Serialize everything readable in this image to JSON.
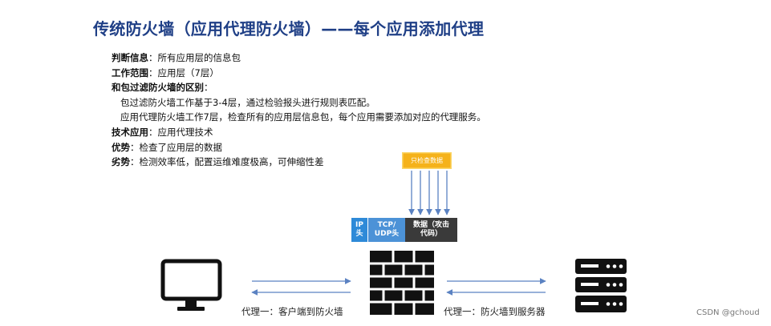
{
  "title": "传统防火墙（应用代理防火墙）——每个应用添加代理",
  "info": {
    "judge_label": "判断信息",
    "judge_value": "：所有应用层的信息包",
    "scope_label": "工作范围",
    "scope_value": "：应用层（7层）",
    "diff_label": "和包过滤防火墙的区别",
    "diff_colon": "：",
    "diff_line1": "包过滤防火墙工作基于3-4层，通过检验报头进行规则表匹配。",
    "diff_line2": "应用代理防火墙工作7层，检查所有的应用层信息包，每个应用需要添加对应的代理服务。",
    "tech_label": "技术应用",
    "tech_value": "：应用代理技术",
    "adv_label": "优势",
    "adv_value": "：检查了应用层的数据",
    "disadv_label": "劣势",
    "disadv_value": "：检测效率低，配置运维难度极高，可伸缩性差"
  },
  "diagram": {
    "check_tag": "只检查数据",
    "packet": {
      "ip": "IP\n头",
      "tcp": "TCP/\nUDP头",
      "data": "数据（攻击\n代码）"
    },
    "caption_left": "代理一：客户端到防火墙",
    "caption_right": "代理一：防火墙到服务器",
    "colors": {
      "title": "#1f3f86",
      "arrow": "#5b82c2",
      "tag": "#f5b21a",
      "ip": "#2e8ad8",
      "tcp": "#4c92d7",
      "data": "#3a3a3a",
      "icon": "#111111"
    },
    "icons": [
      "monitor-icon",
      "firewall-icon",
      "server-icon"
    ]
  },
  "watermark": "CSDN @gchoud"
}
